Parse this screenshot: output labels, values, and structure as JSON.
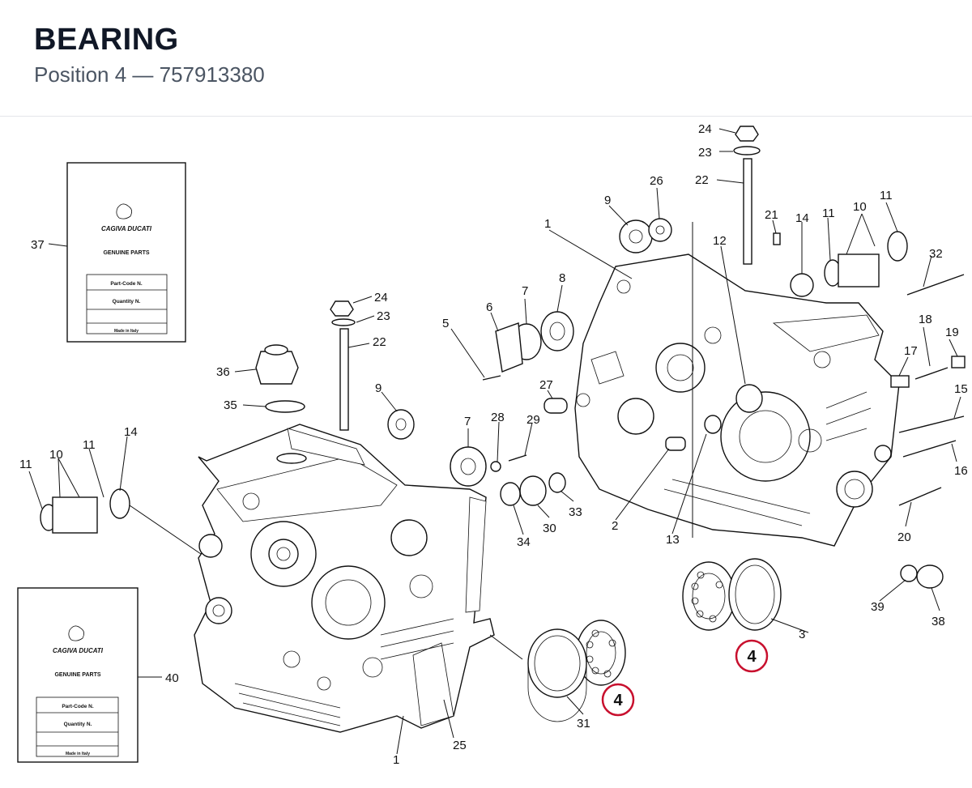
{
  "header": {
    "title": "BEARING",
    "subtitle": "Position 4 — 757913380"
  },
  "booklet": {
    "brand": "CAGIVA DUCATI",
    "genuine": "GENUINE PARTS",
    "part_code": "Part-Code N.",
    "quantity": "Quantity N.",
    "made_in": "Made in Italy"
  },
  "callouts": {
    "highlight": "4"
  },
  "labels": {
    "l1_top": "1",
    "l1_bottom": "1",
    "l2": "2",
    "l3": "3",
    "l5": "5",
    "l6": "6",
    "l7_top": "7",
    "l7_mid": "7",
    "l8": "8",
    "l9_top": "9",
    "l9_mid": "9",
    "l10_right": "10",
    "l10_left": "10",
    "l11_r1": "11",
    "l11_r2": "11",
    "l11_l1": "11",
    "l11_l2": "11",
    "l12": "12",
    "l13": "13",
    "l14_right": "14",
    "l14_left": "14",
    "l15": "15",
    "l16": "16",
    "l17": "17",
    "l18": "18",
    "l19": "19",
    "l20": "20",
    "l21": "21",
    "l22_top": "22",
    "l22_mid": "22",
    "l23_top": "23",
    "l23_mid": "23",
    "l24_top": "24",
    "l24_mid": "24",
    "l25": "25",
    "l26": "26",
    "l27": "27",
    "l28": "28",
    "l29": "29",
    "l30": "30",
    "l31": "31",
    "l32": "32",
    "l33": "33",
    "l34": "34",
    "l35": "35",
    "l36": "36",
    "l37": "37",
    "l38": "38",
    "l39": "39",
    "l40": "40"
  },
  "colors": {
    "callout_ring": "#c8102e",
    "line": "#111111"
  }
}
